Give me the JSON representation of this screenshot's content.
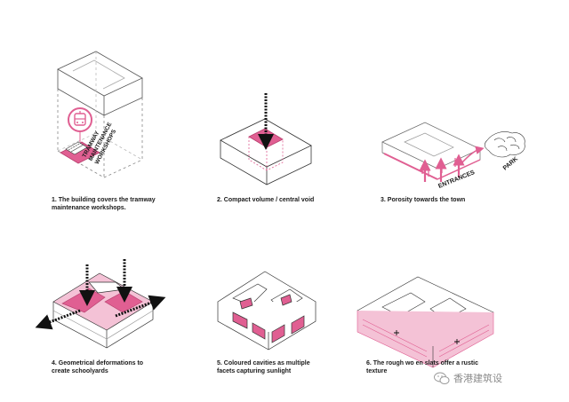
{
  "labels": {
    "tram": [
      "TRAMWAY",
      "MAINTENANCE",
      "WORKSHOPS"
    ],
    "entrances": "ENTRANCES",
    "park": "PARK"
  },
  "captions": [
    "1. The building covers the tramway\nmaintenance workshops.",
    "2. Compact volume / central void",
    "3. Porosity towards the town",
    "4. Geometrical deformations to\ncreate schoolyards",
    "5. Coloured cavities as multiple\nfacets capturing sunlight",
    "6. The rough wo     en slats offer a rustic\ntexture"
  ],
  "watermark": "香港建筑设",
  "colors": {
    "accent": "#e05f92",
    "accent_light": "#f4c2d6",
    "line": "#2a2a2a",
    "grey": "#9a9a9a"
  },
  "icons": [
    "tram-icon",
    "wechat-logo-icon",
    "arrow-down-icon",
    "arrow-up-icon",
    "arrow-left-icon",
    "arrow-right-icon"
  ]
}
